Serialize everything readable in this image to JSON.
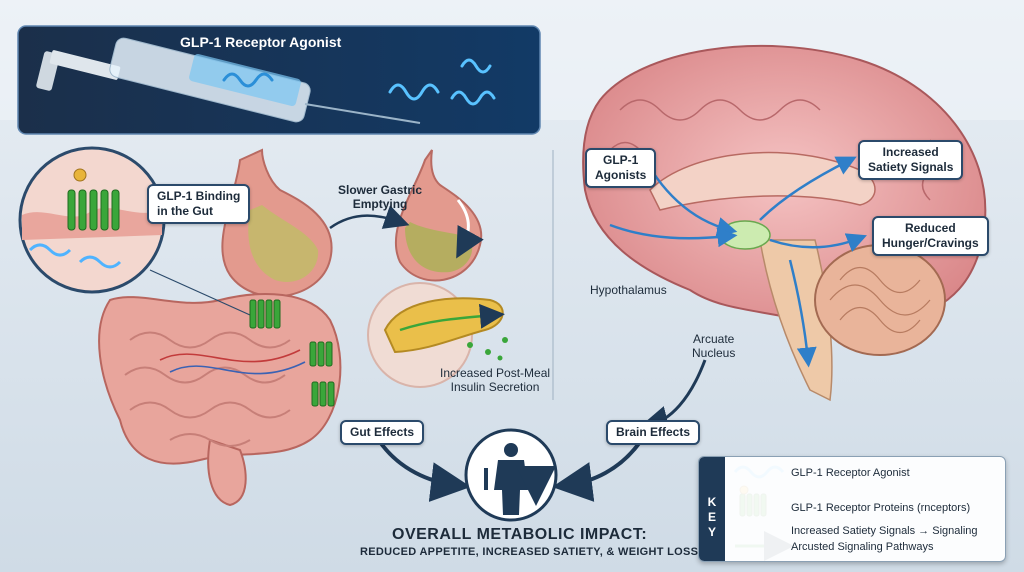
{
  "header": {
    "title": "GLP-1 Receptor Agonist"
  },
  "labels": {
    "glp1_binding_gut": "GLP-1 Binding\nin the Gut",
    "slower_gastric": "Slower Gastric\nEmptying",
    "increased_insulin": "Increased Post-Meal\nInsulin Secretion",
    "gut_effects": "Gut Effects",
    "brain_effects": "Brain Effects",
    "glp1_agonists": "GLP-1\nAgonists",
    "increased_satiety": "Increased\nSatiety Signals",
    "reduced_hunger": "Reduced\nHunger/Cravings",
    "hypothalamus": "Hypothalamus",
    "arcuate_nucleus": "Arcuate\nNucleus",
    "overall_title": "OVERALL METABOLIC IMPACT:",
    "overall_subtitle": "REDUCED APPETITE, INCREASED SATIETY, & WEIGHT LOSS"
  },
  "key": {
    "title": "KEY",
    "items": [
      {
        "label": "GLP-1 Receptor Agonist",
        "icon": "glp1-peptide-icon"
      },
      {
        "label": "GLP-1 Receptor Proteins (rnceptors)",
        "icon": "receptor-protein-icon"
      },
      {
        "label": "Increased Satiety Signals → Signaling",
        "icon": ""
      },
      {
        "label": "Arcusted Signaling Pathways",
        "icon": "green-arrow-icon"
      }
    ]
  },
  "colors": {
    "background": "#dfe8ef",
    "header_bg": "#1a3556",
    "peptide": "#4fb3ff",
    "receptor": "#3aa63a",
    "brain": "#e9a0a3",
    "intestine": "#e59a95",
    "pancreas": "#eabf4a",
    "arrow": "#1f3a57"
  }
}
